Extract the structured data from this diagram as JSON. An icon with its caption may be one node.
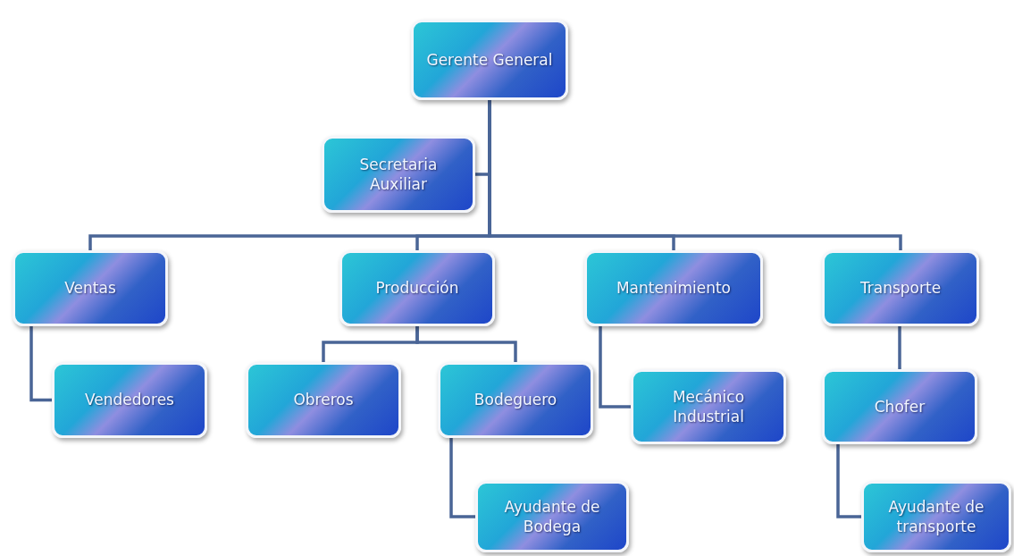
{
  "diagram": {
    "nodes": [
      {
        "text": [
          "Gerente General"
        ]
      },
      {
        "text": [
          "Secretaria Auxiliar"
        ]
      },
      {
        "text": [
          "Ventas"
        ]
      },
      {
        "text": [
          "Producción"
        ]
      },
      {
        "text": [
          "Mantenimiento"
        ]
      },
      {
        "text": [
          "Transporte"
        ]
      },
      {
        "text": [
          "Vendedores"
        ]
      },
      {
        "text": [
          "Obreros"
        ]
      },
      {
        "text": [
          "Bodeguero"
        ]
      },
      {
        "text": [
          "Mecánico Industrial"
        ]
      },
      {
        "text": [
          "Chofer"
        ]
      },
      {
        "text": [
          "Ayudante de Bodega"
        ]
      },
      {
        "text": [
          "Ayudante de transporte"
        ]
      }
    ],
    "edges": [
      {
        "from": 0,
        "to": 1,
        "arrow": "none"
      },
      {
        "from": 0,
        "to": 2,
        "arrow": "none"
      },
      {
        "from": 0,
        "to": 3,
        "arrow": "none"
      },
      {
        "from": 0,
        "to": 4,
        "arrow": "none"
      },
      {
        "from": 0,
        "to": 5,
        "arrow": "none"
      },
      {
        "from": 2,
        "to": 6,
        "arrow": "none"
      },
      {
        "from": 3,
        "to": 7,
        "arrow": "none"
      },
      {
        "from": 3,
        "to": 8,
        "arrow": "none"
      },
      {
        "from": 4,
        "to": 9,
        "arrow": "none"
      },
      {
        "from": 5,
        "to": 10,
        "arrow": "none"
      },
      {
        "from": 8,
        "to": 11,
        "arrow": "none"
      },
      {
        "from": 10,
        "to": 12,
        "arrow": "none"
      }
    ]
  }
}
